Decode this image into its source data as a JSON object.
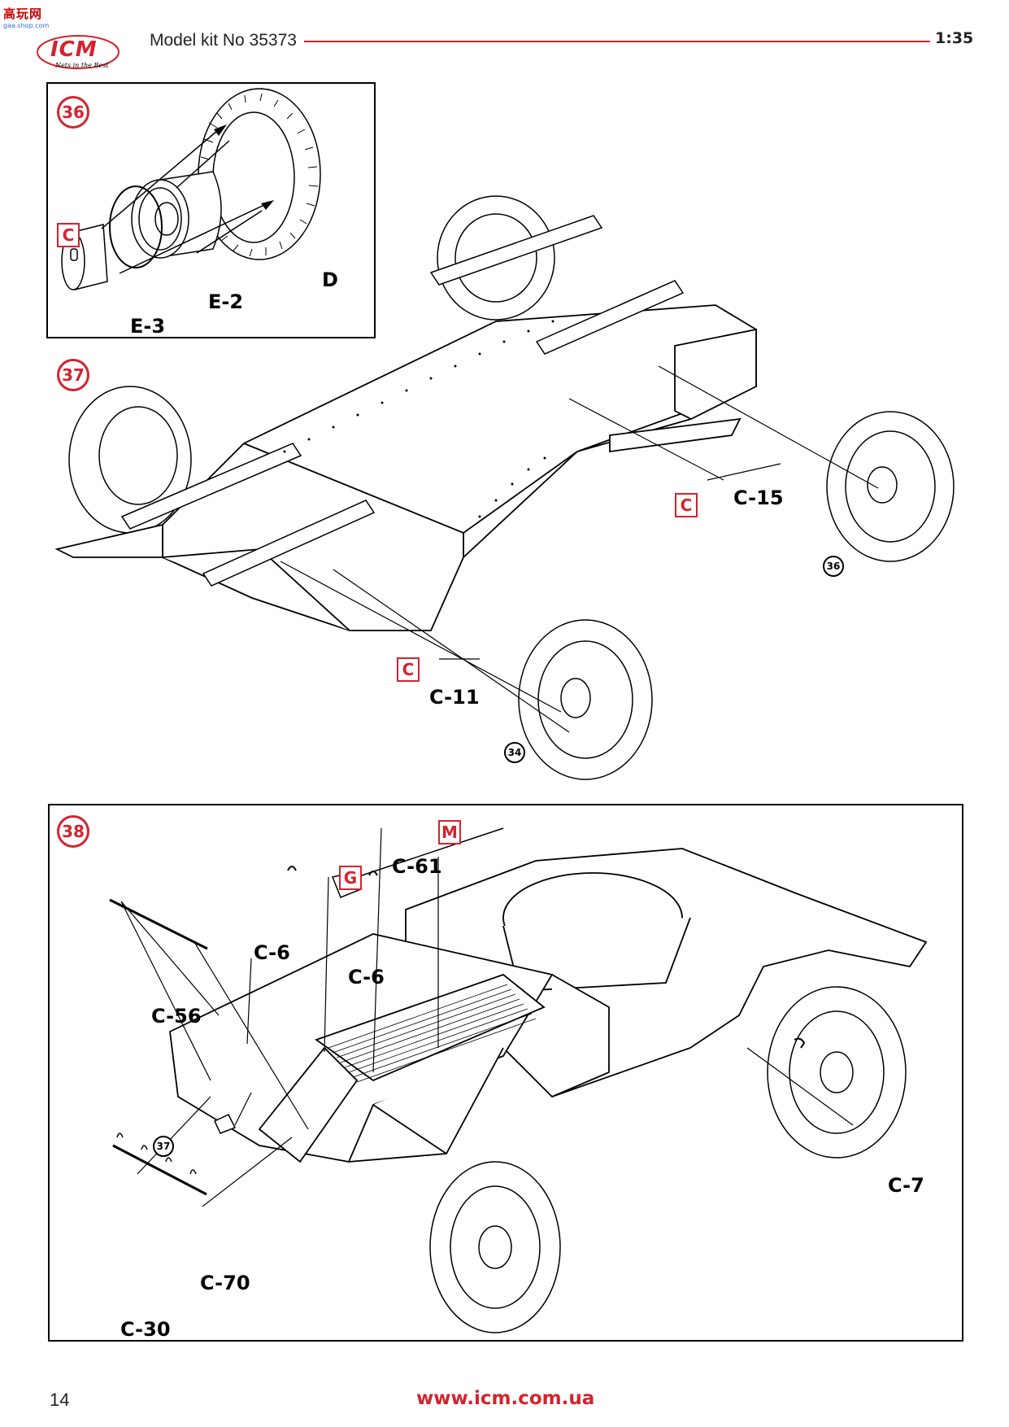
{
  "header": {
    "watermark_cn": "高玩网",
    "watermark_url": "gaa.shop.com",
    "logo_text": "ICM",
    "logo_tagline": "Nets in the Best",
    "kit_title": "Model kit No 35373",
    "scale": "1:35"
  },
  "footer": {
    "page_number": "14",
    "website": "www.icm.com.ua"
  },
  "colors": {
    "accent_red": "#d4232e",
    "line": "#000000"
  },
  "step36": {
    "number": "36",
    "color_code": "C",
    "parts": {
      "tire": "D",
      "rim_inner": "E-2",
      "hub": "E-3"
    }
  },
  "step37": {
    "number": "37",
    "color_code_1": "C",
    "color_code_2": "C",
    "parts": {
      "right_axle": "C-15",
      "left_axle": "C-11"
    },
    "refs": {
      "wheel_right": "36",
      "wheel_left": "34"
    }
  },
  "step38": {
    "number": "38",
    "color_code_m": "M",
    "color_code_g": "G",
    "parts": {
      "shovel": "C-61",
      "handle_1": "C-6",
      "handle_2": "C-6",
      "bar": "C-56",
      "hatch": "C-70",
      "rail": "C-30",
      "latch": "C-7"
    },
    "refs": {
      "prev_step": "37"
    }
  }
}
